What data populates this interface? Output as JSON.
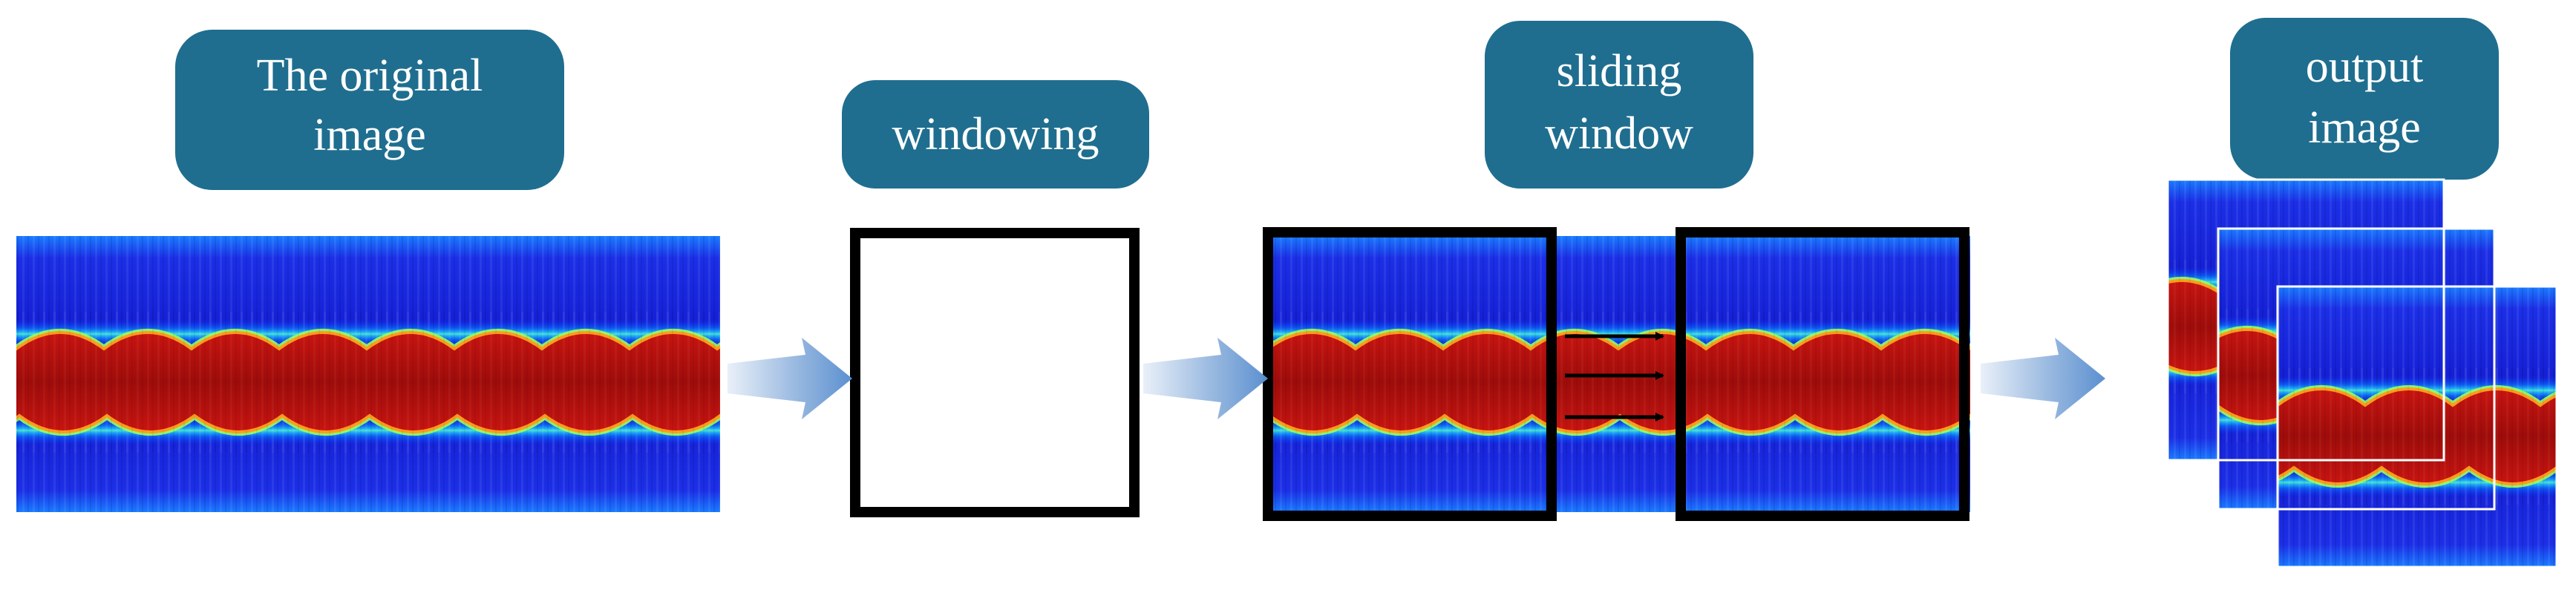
{
  "colors": {
    "label_fill": "#1F6E8F",
    "label_text": "#FFFFFF",
    "arrow": "#6D9BD3",
    "frame": "#000000",
    "heatmap_bg_top": "#1a10d8",
    "heatmap_band": "#b40e0a",
    "heatmap_edge_cyan": "#2ef0ff",
    "heatmap_edge_yellow": "#ffe23a"
  },
  "stages": [
    {
      "id": "original",
      "label_lines": [
        "The original",
        "image"
      ]
    },
    {
      "id": "windowing",
      "label_lines": [
        "windowing"
      ]
    },
    {
      "id": "sliding",
      "label_lines": [
        "sliding",
        "window"
      ]
    },
    {
      "id": "output",
      "label_lines": [
        "output",
        "image"
      ]
    }
  ],
  "icons": {
    "flow_arrow": "right-arrow-icon",
    "slide_arrow": "arrow-right-icon"
  }
}
